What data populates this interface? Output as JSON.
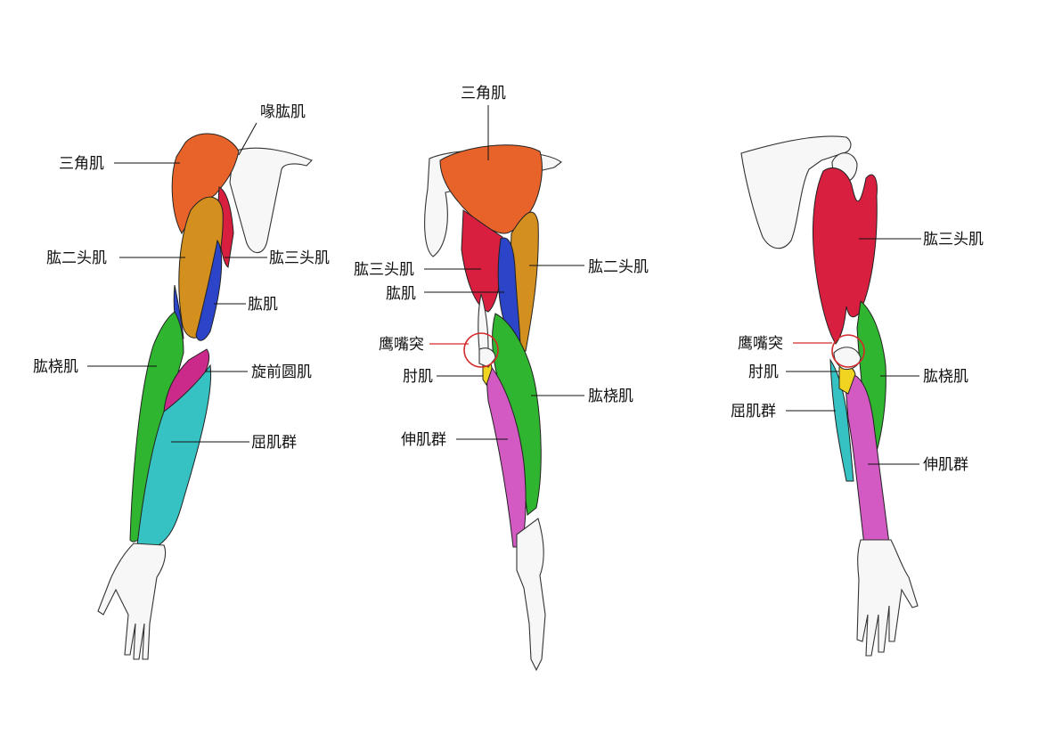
{
  "colors": {
    "deltoid": "#e8632a",
    "biceps": "#d4901f",
    "triceps": "#d81f40",
    "brachialis": "#2b44c8",
    "brachioradialis": "#2fb52f",
    "pronator": "#cc2a8a",
    "flexors": "#36c2c2",
    "extensors": "#d25ac2",
    "anconeus": "#f1d321",
    "highlight": "#d42a2a"
  },
  "figure1": {
    "labels": {
      "coracobrachialis": "喙肱肌",
      "deltoid": "三角肌",
      "biceps": "肱二头肌",
      "triceps": "肱三头肌",
      "brachialis": "肱肌",
      "brachioradialis": "肱桡肌",
      "pronator": "旋前圆肌",
      "flexors": "屈肌群"
    }
  },
  "figure2": {
    "labels": {
      "deltoid": "三角肌",
      "triceps": "肱三头肌",
      "biceps": "肱二头肌",
      "brachialis": "肱肌",
      "olecranon": "鹰嘴突",
      "anconeus": "肘肌",
      "brachioradialis": "肱桡肌",
      "extensors": "伸肌群"
    }
  },
  "figure3": {
    "labels": {
      "triceps": "肱三头肌",
      "olecranon": "鹰嘴突",
      "anconeus": "肘肌",
      "brachioradialis": "肱桡肌",
      "flexors": "屈肌群",
      "extensors": "伸肌群"
    }
  }
}
